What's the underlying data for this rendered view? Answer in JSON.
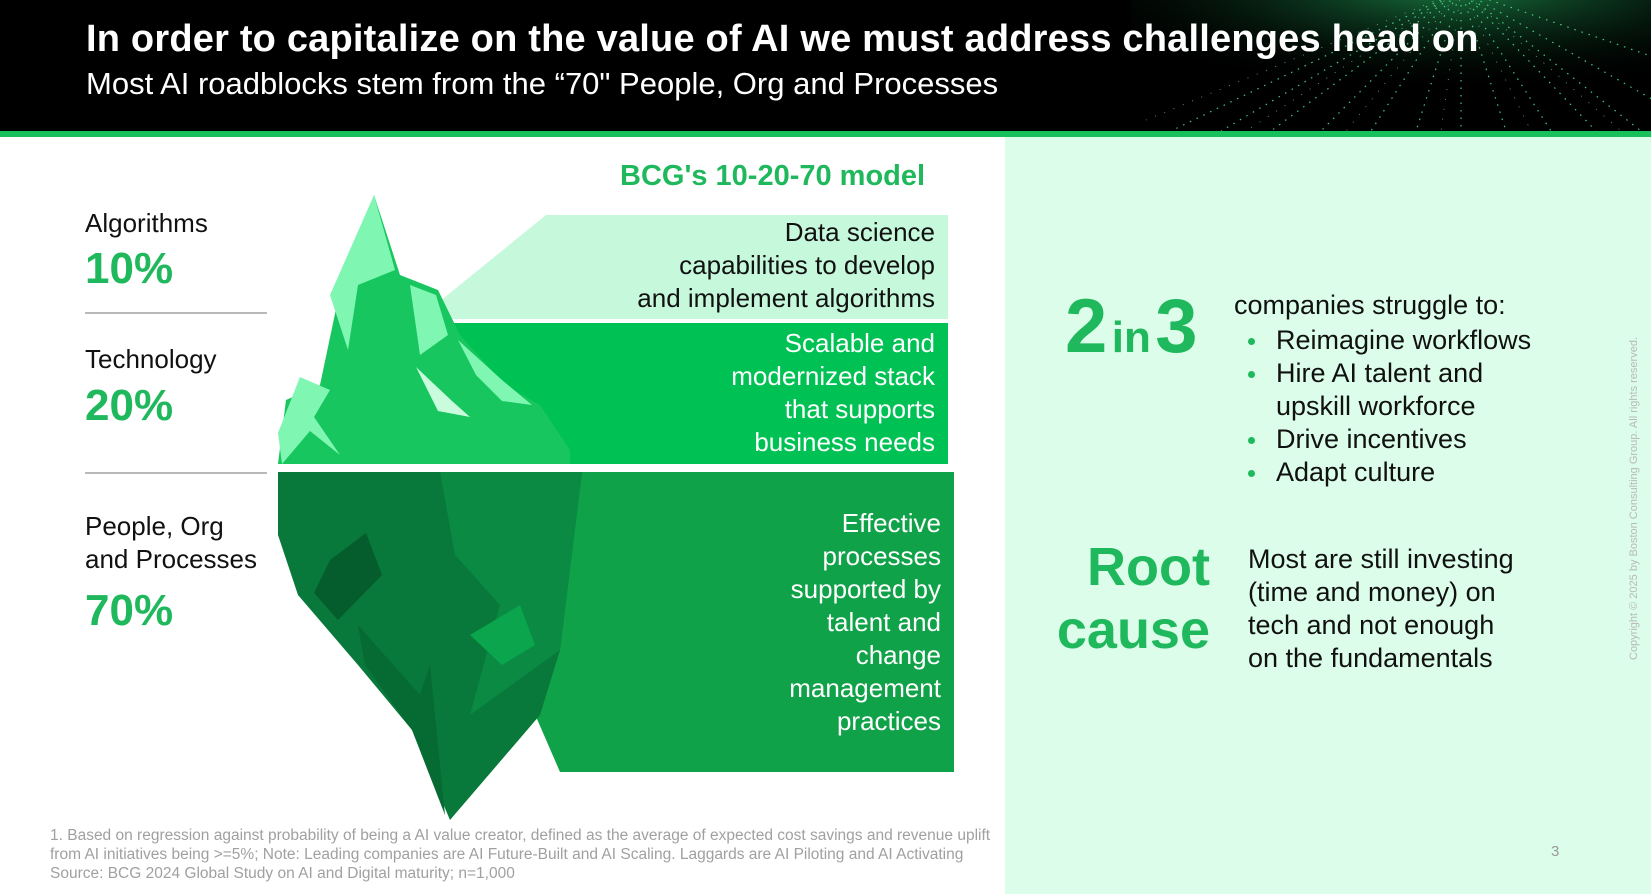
{
  "header": {
    "title": "In order to capitalize on the value of AI we must address challenges head on",
    "subtitle": "Most AI roadblocks stem from the “70\" People, Org and Processes"
  },
  "tiers": [
    {
      "label_lines": [
        "Algorithms"
      ],
      "percent": "10%"
    },
    {
      "label_lines": [
        "Technology"
      ],
      "percent": "20%"
    },
    {
      "label_lines": [
        "People, Org",
        "and Processes"
      ],
      "percent": "70%"
    }
  ],
  "model": {
    "title": "BCG's 10-20-70 model",
    "bands": [
      {
        "lines": [
          "Data science",
          "capabilities to develop",
          "and implement algorithms"
        ]
      },
      {
        "lines": [
          "Scalable and",
          "modernized stack",
          "that supports",
          "business needs"
        ]
      },
      {
        "lines": [
          "Effective",
          "processes",
          "supported by",
          "talent and",
          "change",
          "management",
          "practices"
        ]
      }
    ]
  },
  "stat": {
    "num_a": "2",
    "connector": "in",
    "num_b": "3",
    "heading": "companies struggle to:",
    "bullets": [
      "Reimagine workflows",
      "Hire AI talent and",
      "upskill workforce",
      "Drive incentives",
      "Adapt culture"
    ]
  },
  "root_cause": {
    "title_lines": [
      "Root",
      "cause"
    ],
    "desc_lines": [
      "Most are still investing",
      "(time and money) on",
      "tech and not enough",
      "on the fundamentals"
    ]
  },
  "footnote": {
    "lines": [
      "1. Based on regression against probability of being a AI value creator, defined as the average of expected cost savings and revenue uplift",
      "from AI initiatives being >=5%; Note: Leading companies are AI Future-Built and AI Scaling. Laggards are AI Piloting and AI Activating",
      "Source: BCG 2024 Global Study on AI and Digital maturity; n=1,000"
    ]
  },
  "page_number": "3",
  "copyright": "Copyright © 2025 by Boston Consulting Group. All rights reserved.",
  "colors": {
    "brand_green": "#1fb85c",
    "band_light": "#c6f9dc",
    "band_mid": "#00c254",
    "band_dark": "#10a248",
    "panel_bg": "#dbfde9"
  },
  "icons": {
    "iceberg": "iceberg-illustration",
    "bullet": "bullet-dot-icon",
    "header_art": "light-streaks-art"
  }
}
